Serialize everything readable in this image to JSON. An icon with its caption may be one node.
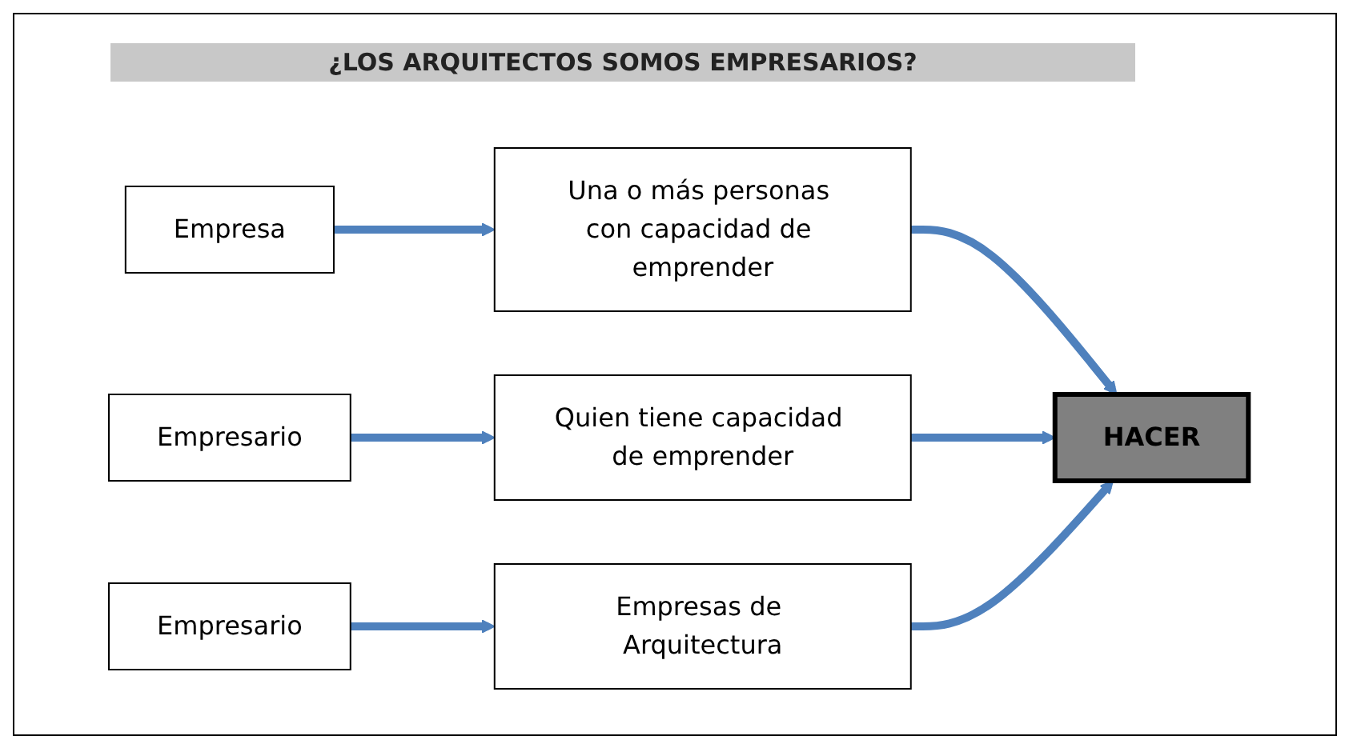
{
  "diagram": {
    "title": "¿LOS ARQUITECTOS SOMOS EMPRESARIOS?",
    "nodes": [
      {
        "text": [
          "Empresa"
        ]
      },
      {
        "text": [
          "Una o más personas con capacidad de emprender"
        ]
      },
      {
        "text": [
          "Empresario"
        ]
      },
      {
        "text": [
          "Quien tiene capacidad de emprender"
        ]
      },
      {
        "text": [
          "Empresario"
        ]
      },
      {
        "text": [
          "Empresas de Arquitectura"
        ]
      },
      {
        "text": [
          "HACER"
        ]
      }
    ],
    "edges": [
      {
        "from": 0,
        "to": 1,
        "arrow": "to"
      },
      {
        "from": 1,
        "to": 6,
        "arrow": "to"
      },
      {
        "from": 2,
        "to": 3,
        "arrow": "to"
      },
      {
        "from": 3,
        "to": 6,
        "arrow": "to"
      },
      {
        "from": 4,
        "to": 5,
        "arrow": "to"
      },
      {
        "from": 5,
        "to": 6,
        "arrow": "to"
      }
    ]
  }
}
